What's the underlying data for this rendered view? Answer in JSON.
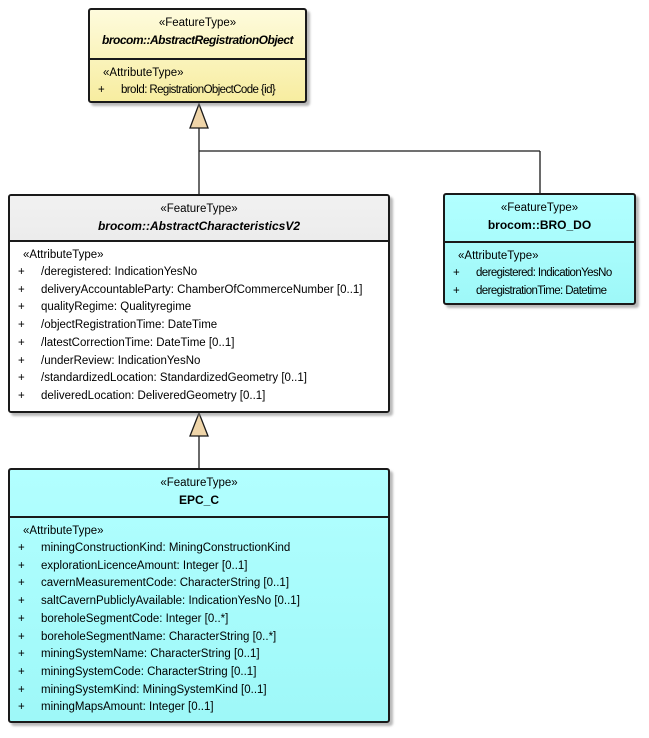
{
  "diagram": {
    "background": "#FFFFFF",
    "colors": {
      "abstract_root_fill_top": "#FEFBDC",
      "abstract_root_fill_bottom": "#F7EDA0",
      "concrete_fill": "#A6FEFE",
      "characteristics_header_fill": "#F0F0F0",
      "arrowhead_fill": "#EFD5A9",
      "border": "#1A1A1A"
    }
  },
  "classes": [
    {
      "stereotype": "«FeatureType»",
      "name": "brocom::AbstractRegistrationObject",
      "abstract": true,
      "attr_header": "«AttributeType»",
      "attributes": [
        {
          "v": "+",
          "t": "broId: RegistrationObjectCode {id}"
        }
      ]
    },
    {
      "stereotype": "«FeatureType»",
      "name": "brocom::AbstractCharacteristicsV2",
      "abstract": true,
      "attr_header": "«AttributeType»",
      "attributes": [
        {
          "v": "+",
          "t": "/deregistered: IndicationYesNo"
        },
        {
          "v": "+",
          "t": "deliveryAccountableParty: ChamberOfCommerceNumber [0..1]"
        },
        {
          "v": "+",
          "t": "qualityRegime: Qualityregime"
        },
        {
          "v": "+",
          "t": "/objectRegistrationTime: DateTime"
        },
        {
          "v": "+",
          "t": "/latestCorrectionTime: DateTime [0..1]"
        },
        {
          "v": "+",
          "t": "/underReview: IndicationYesNo"
        },
        {
          "v": "+",
          "t": "/standardizedLocation: StandardizedGeometry [0..1]"
        },
        {
          "v": "+",
          "t": "deliveredLocation: DeliveredGeometry [0..1]"
        }
      ]
    },
    {
      "stereotype": "«FeatureType»",
      "name": "brocom::BRO_DO",
      "abstract": false,
      "attr_header": "«AttributeType»",
      "attributes": [
        {
          "v": "+",
          "t": "deregistered: IndicationYesNo"
        },
        {
          "v": "+",
          "t": "deregistrationTime: Datetime"
        }
      ]
    },
    {
      "stereotype": "«FeatureType»",
      "name": "EPC_C",
      "abstract": false,
      "attr_header": "«AttributeType»",
      "attributes": [
        {
          "v": "+",
          "t": "miningConstructionKind: MiningConstructionKind"
        },
        {
          "v": "+",
          "t": "explorationLicenceAmount: Integer [0..1]"
        },
        {
          "v": "+",
          "t": "cavernMeasurementCode: CharacterString [0..1]"
        },
        {
          "v": "+",
          "t": "saltCavernPubliclyAvailable: IndicationYesNo [0..1]"
        },
        {
          "v": "+",
          "t": "boreholeSegmentCode: Integer [0..*]"
        },
        {
          "v": "+",
          "t": "boreholeSegmentName: CharacterString [0..*]"
        },
        {
          "v": "+",
          "t": "miningSystemName: CharacterString [0..1]"
        },
        {
          "v": "+",
          "t": "miningSystemCode: CharacterString [0..1]"
        },
        {
          "v": "+",
          "t": "miningSystemKind: MiningSystemKind [0..1]"
        },
        {
          "v": "+",
          "t": "miningMapsAmount: Integer [0..1]"
        }
      ]
    }
  ],
  "connectors": [
    {
      "type": "generalization",
      "from": "brocom::AbstractCharacteristicsV2",
      "to": "brocom::AbstractRegistrationObject"
    },
    {
      "type": "generalization",
      "from": "brocom::BRO_DO",
      "to": "brocom::AbstractRegistrationObject"
    },
    {
      "type": "generalization",
      "from": "EPC_C",
      "to": "brocom::AbstractCharacteristicsV2"
    }
  ]
}
